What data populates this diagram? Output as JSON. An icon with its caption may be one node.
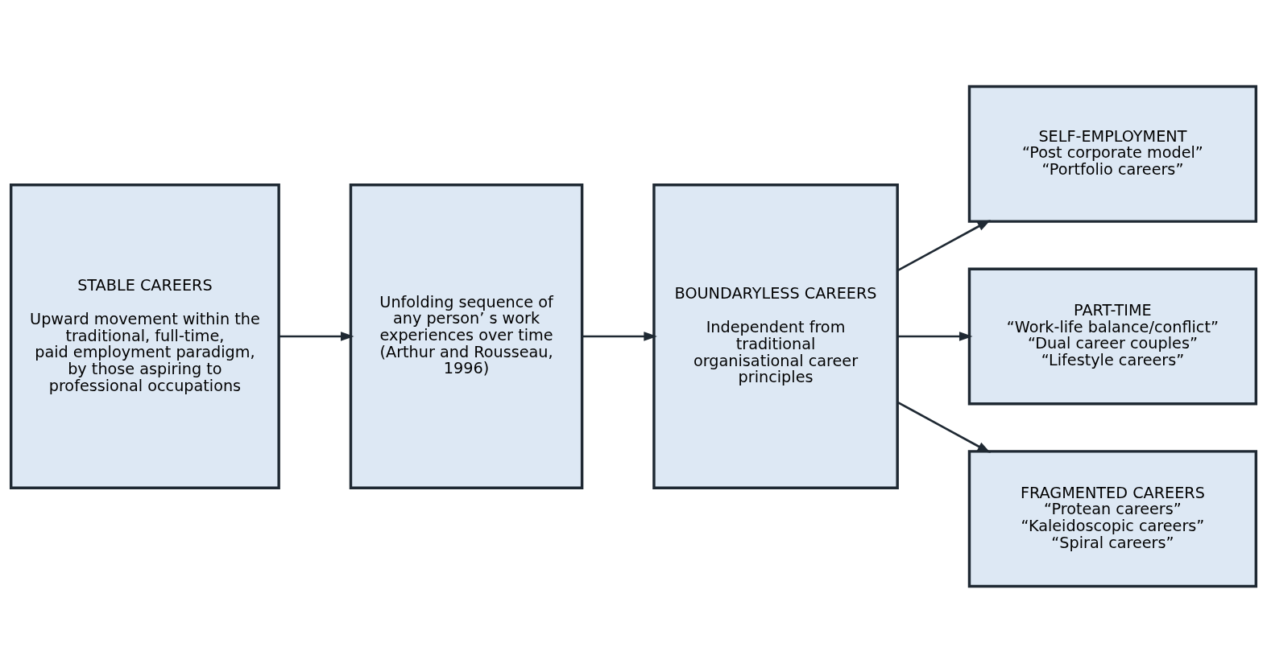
{
  "diagram": {
    "nodes": [
      {
        "text": [
          "STABLE CAREERS",
          "Upward movement within the traditional, full-time, paid employment paradigm, by those aspiring to professional occupations"
        ]
      },
      {
        "text": [
          "Unfolding sequence of any person’ s work experiences over time (Arthur and Rousseau, 1996)"
        ]
      },
      {
        "text": [
          "BOUNDARYLESS CAREERS",
          "Independent from traditional organisational career principles"
        ]
      },
      {
        "text": [
          "SELF-EMPLOYMENT",
          "“Post corporate model”",
          "“Portfolio careers”"
        ]
      },
      {
        "text": [
          "PART-TIME",
          "“Work-life balance/conflict”",
          "“Dual career couples”",
          "“Lifestyle careers”"
        ]
      },
      {
        "text": [
          "FRAGMENTED CAREERS",
          "“Protean careers”",
          "“Kaleidoscopic careers”",
          "“Spiral careers”"
        ]
      }
    ],
    "edges": [
      {
        "from": 0,
        "to": 1,
        "arrow": "to"
      },
      {
        "from": 1,
        "to": 2,
        "arrow": "to"
      },
      {
        "from": 2,
        "to": 3,
        "arrow": "to"
      },
      {
        "from": 2,
        "to": 4,
        "arrow": "to"
      },
      {
        "from": 2,
        "to": 5,
        "arrow": "to"
      }
    ]
  }
}
